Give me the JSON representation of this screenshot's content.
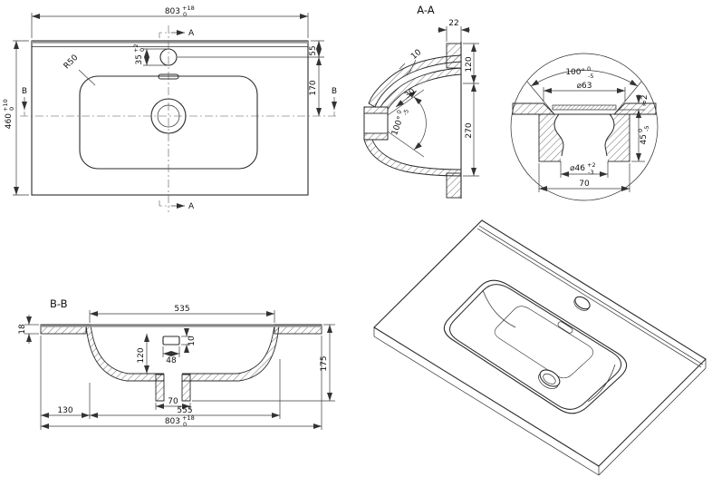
{
  "colors": {
    "line": "#2b2b2b",
    "dimension": "#3a3a3a",
    "surface_gray": "#9a9a9a",
    "background": "#ffffff"
  },
  "views": {
    "plan": {
      "marker_a_top": "A",
      "marker_a_bottom": "A",
      "marker_b_left": "B",
      "marker_b_right": "B",
      "width": "803",
      "width_tol_up": "+18",
      "width_tol_dn": "0",
      "height": "460",
      "height_tol_up": "+10",
      "height_tol_dn": "0",
      "edge_to_faucet": "55",
      "faucet_to_drain": "170",
      "faucet_dia": "35",
      "faucet_tol_up": "+2",
      "faucet_tol_dn": "0",
      "corner_radius": "R50"
    },
    "section_aa": {
      "title": "A-A",
      "rim_width": "22",
      "rim_depth": "120",
      "basin_depth": "270",
      "channel_wall": "10",
      "rim_slope": "30",
      "basin_angle": "100°",
      "angle_tol_up": "0",
      "angle_tol_dn": "-5"
    },
    "detail": {
      "basin_angle": "100°",
      "angle_tol_up": "0",
      "angle_tol_dn": "-5",
      "recess_dia": "⌀63",
      "seat_depth": "≈2",
      "well_depth": "45",
      "well_tol_up": "0",
      "well_tol_dn": "-5",
      "drain_dia": "⌀46",
      "drain_tol_up": "+2",
      "drain_tol_dn": "-3",
      "boss_width": "70"
    },
    "section_bb": {
      "title": "B-B",
      "basin_top": "535",
      "basin_depth": "120",
      "overflow_width": "48",
      "overflow_height": "10",
      "drain_boss": "70",
      "left_offset": "130",
      "basin_bottom": "555",
      "total_width": "803",
      "total_tol_up": "+18",
      "total_tol_dn": "0",
      "total_height": "175",
      "slab_thickness": "18"
    }
  }
}
